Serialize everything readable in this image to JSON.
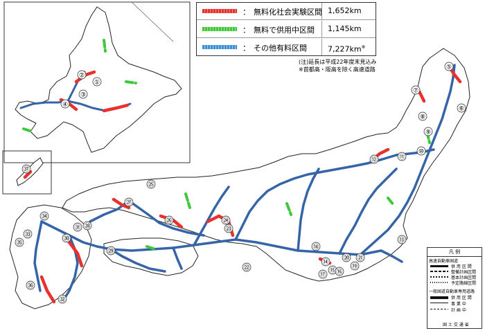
{
  "legend": {
    "items": [
      {
        "label": "無料化社会実験区間",
        "value": "1,652km",
        "color": "#e8312c"
      },
      {
        "label": "無料で供用中区間",
        "value": "1,145km",
        "color": "#3ec93a"
      },
      {
        "label": "その他有料区間",
        "value": "7,227km",
        "mark": "※",
        "color": "#3d8fd6"
      }
    ],
    "colon": "：",
    "note1": "(注)延長は平成22年度末見込み",
    "note2": "※首都高・阪高を除く高速道路"
  },
  "key": {
    "title": "凡 例",
    "group1": "高速自動車国道",
    "g1_items": [
      "供 用 区 間",
      "整備計画区間",
      "基本計画区間",
      "予定路線区間"
    ],
    "group2": "一般国道自動車専用道路",
    "g2_items": [
      "供 用 区 間",
      "事 業 中",
      "計 画 中"
    ],
    "footer": "国 土 交 通 省"
  },
  "colors": {
    "road": "#3564a8",
    "road_light": "#7fb0de",
    "line_black": "#111"
  },
  "markers": [
    "①",
    "②",
    "③",
    "④",
    "⑤",
    "⑥",
    "⑦",
    "⑧",
    "⑨",
    "⑩",
    "⑪",
    "⑫",
    "⑬",
    "⑭",
    "⑮",
    "⑯",
    "⑰",
    "⑱",
    "⑲",
    "⑳",
    "㉑",
    "㉒",
    "㉓",
    "㉔",
    "㉕",
    "㉖",
    "㉗",
    "㉘",
    "㉙",
    "㉚",
    "㉛",
    "㉜",
    "㉝",
    "㉞",
    "㉟",
    "㊱",
    "㊲"
  ]
}
